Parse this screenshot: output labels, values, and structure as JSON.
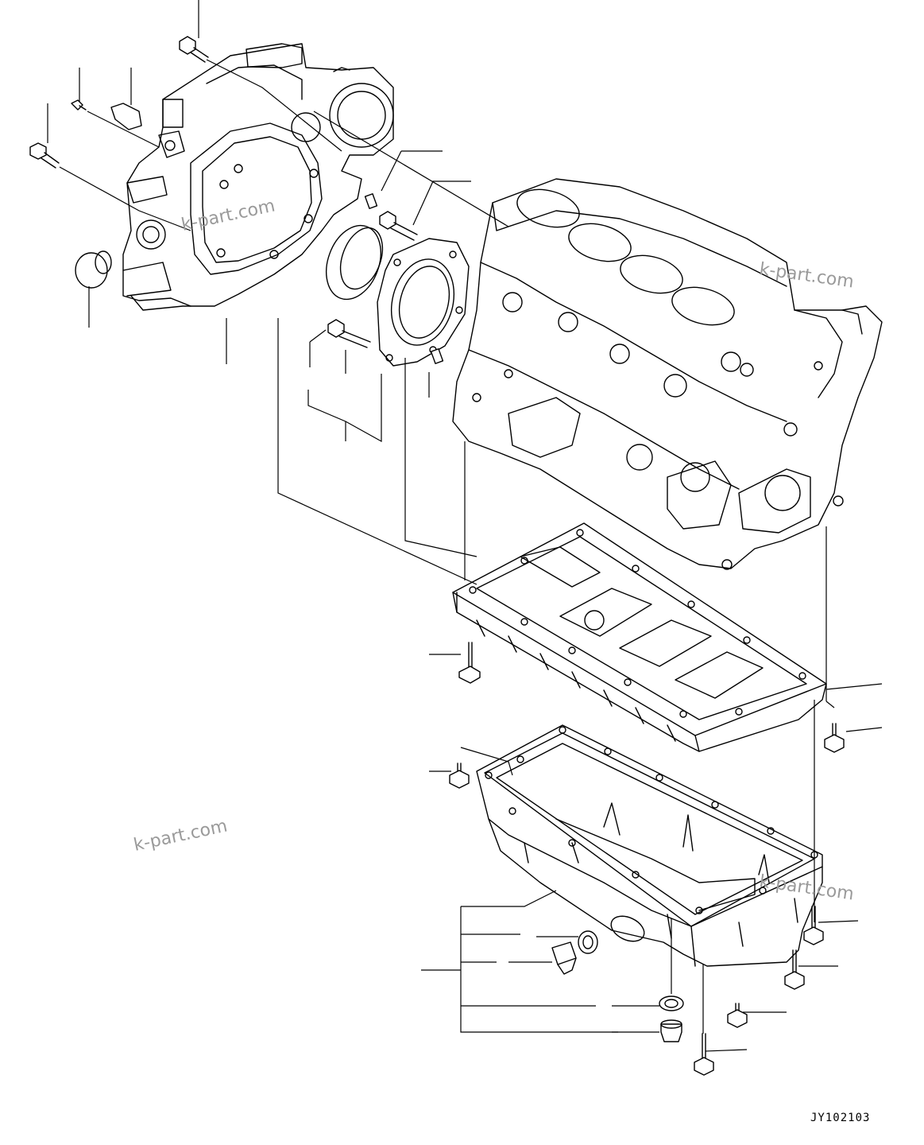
{
  "diagram": {
    "drawing_code": "JY102103",
    "watermarks": [
      "k-part.com",
      "k-part.com",
      "k-part.com",
      "k-part.com"
    ]
  }
}
